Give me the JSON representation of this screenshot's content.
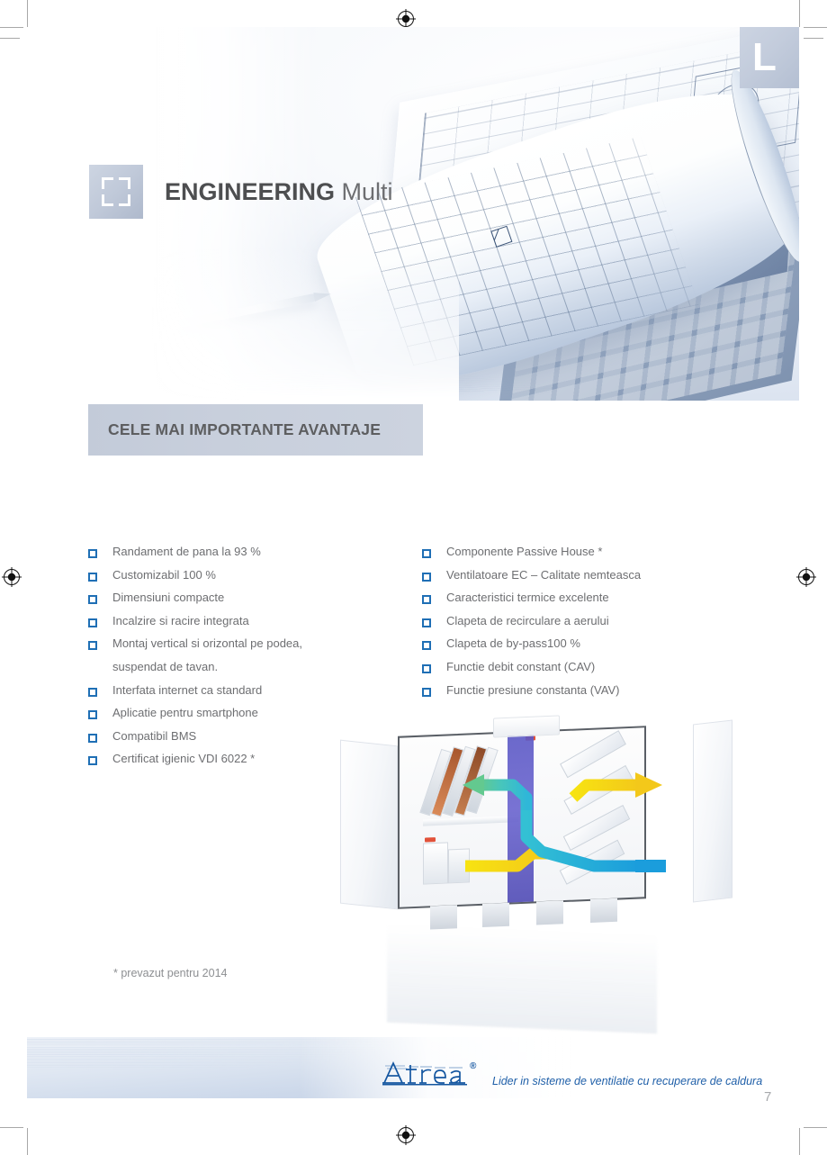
{
  "page": {
    "corner_tab_letter": "L",
    "page_number": "7"
  },
  "title": {
    "bold": "ENGINEERING",
    "light": "Multi",
    "icon": "frame-brackets-icon"
  },
  "banner": {
    "label": "CELE MAI IMPORTANTE AVANTAJE"
  },
  "advantages": {
    "left_column": [
      {
        "text": "Randament de pana la 93 %",
        "continuation": false
      },
      {
        "text": "Customizabil 100 %",
        "continuation": false
      },
      {
        "text": "Dimensiuni compacte",
        "continuation": false
      },
      {
        "text": "Incalzire si racire integrata",
        "continuation": false
      },
      {
        "text": "Montaj vertical si orizontal pe podea,",
        "continuation": false
      },
      {
        "text": "suspendat de tavan.",
        "continuation": true
      },
      {
        "text": "Interfata internet ca standard",
        "continuation": false
      },
      {
        "text": "Aplicatie pentru smartphone",
        "continuation": false
      },
      {
        "text": "Compatibil BMS",
        "continuation": false
      },
      {
        "text": "Certificat igienic VDI 6022 *",
        "continuation": false
      }
    ],
    "right_column": [
      {
        "text": "Componente Passive House *",
        "continuation": false
      },
      {
        "text": "Ventilatoare EC – Calitate nemteasca",
        "continuation": false
      },
      {
        "text": "Caracteristici termice excelente",
        "continuation": false
      },
      {
        "text": "Clapeta de recirculare a aerului",
        "continuation": false
      },
      {
        "text": "Clapeta de by-pass100 %",
        "continuation": false
      },
      {
        "text": "Functie debit constant (CAV)",
        "continuation": false
      },
      {
        "text": "Functie presiune constanta (VAV)",
        "continuation": false
      }
    ]
  },
  "footnote": "* prevazut pentru 2014",
  "footer": {
    "brand": "Atrea",
    "brand_mark": "®",
    "tagline": "Lider in sisteme de ventilatie cu recuperare de caldura"
  },
  "product_image": {
    "alt": "air-handling-unit-with-airflow-arrows",
    "airflow_arrows": [
      {
        "name": "extract-air-out",
        "color": "#5fc9a8"
      },
      {
        "name": "supply-air-out",
        "color": "#f5d314"
      },
      {
        "name": "outdoor-air-in",
        "color": "#1ea7e0"
      },
      {
        "name": "return-air-in",
        "color": "#f5e214"
      }
    ],
    "heat_exchanger_color": "#5a57c4"
  },
  "colors": {
    "accent_blue": "#1f6fb5",
    "text_gray": "#6d6e71",
    "title_gray": "#58595b",
    "banner_bg": "#c8cfdc",
    "brand_blue": "#1f5fa8"
  }
}
